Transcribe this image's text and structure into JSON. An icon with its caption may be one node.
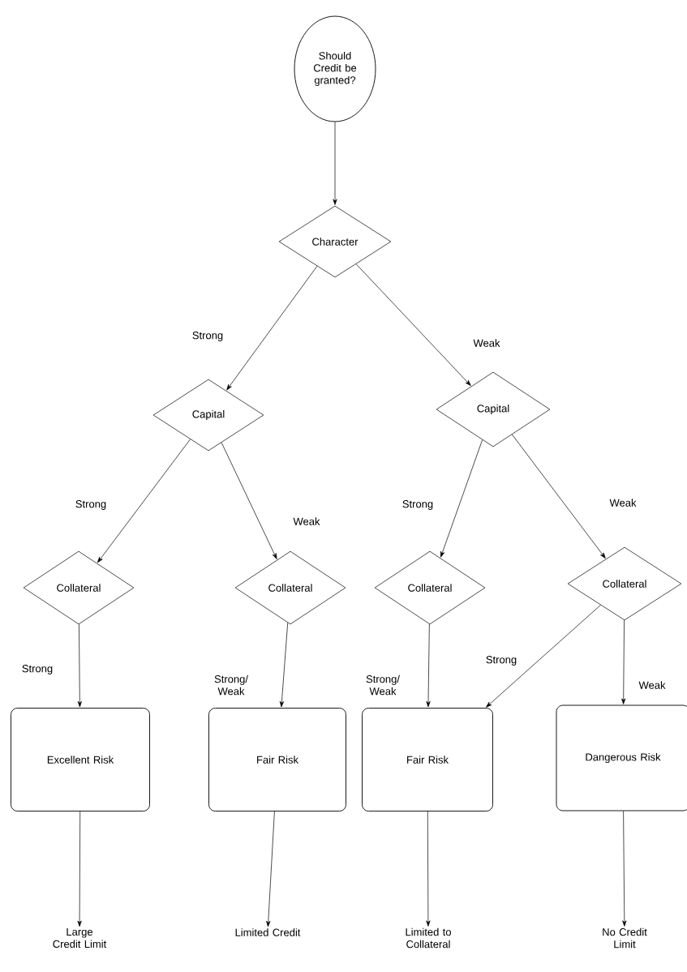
{
  "diagram": {
    "nodes": [
      {
        "text": [
          "Should Credit be granted?"
        ]
      },
      {
        "text": [
          "Character"
        ]
      },
      {
        "text": [
          "Capital"
        ]
      },
      {
        "text": [
          "Capital"
        ]
      },
      {
        "text": [
          "Collateral"
        ]
      },
      {
        "text": [
          "Collateral"
        ]
      },
      {
        "text": [
          "Collateral"
        ]
      },
      {
        "text": [
          "Collateral"
        ]
      },
      {
        "text": [
          "Excellent Risk"
        ]
      },
      {
        "text": [
          "Fair Risk"
        ]
      },
      {
        "text": [
          "Fair Risk"
        ]
      },
      {
        "text": [
          "Dangerous Risk"
        ]
      },
      {
        "text": [
          "Large Credit Limit"
        ]
      },
      {
        "text": [
          "Limited Credit"
        ]
      },
      {
        "text": [
          "Limited to Collateral"
        ]
      },
      {
        "text": [
          "No Credit Limit"
        ]
      }
    ],
    "edges": [
      {
        "from": 0,
        "to": 1,
        "arrow": "to"
      },
      {
        "from": 1,
        "to": 2,
        "arrow": "to",
        "label": "Strong"
      },
      {
        "from": 1,
        "to": 3,
        "arrow": "to",
        "label": "Weak"
      },
      {
        "from": 2,
        "to": 4,
        "arrow": "to",
        "label": "Strong"
      },
      {
        "from": 2,
        "to": 5,
        "arrow": "to",
        "label": "Weak"
      },
      {
        "from": 3,
        "to": 6,
        "arrow": "to",
        "label": "Strong"
      },
      {
        "from": 3,
        "to": 7,
        "arrow": "to",
        "label": "Weak"
      },
      {
        "from": 4,
        "to": 8,
        "arrow": "to",
        "label": "Strong"
      },
      {
        "from": 5,
        "to": 9,
        "arrow": "to",
        "label": "Strong/ Weak"
      },
      {
        "from": 6,
        "to": 10,
        "arrow": "to",
        "label": "Strong/ Weak"
      },
      {
        "from": 7,
        "to": 10,
        "arrow": "to",
        "label": "Strong"
      },
      {
        "from": 7,
        "to": 11,
        "arrow": "to",
        "label": "Weak"
      },
      {
        "from": 8,
        "to": 12,
        "arrow": "to"
      },
      {
        "from": 9,
        "to": 13,
        "arrow": "to"
      },
      {
        "from": 10,
        "to": 14,
        "arrow": "to"
      },
      {
        "from": 11,
        "to": 15,
        "arrow": "to"
      }
    ]
  }
}
